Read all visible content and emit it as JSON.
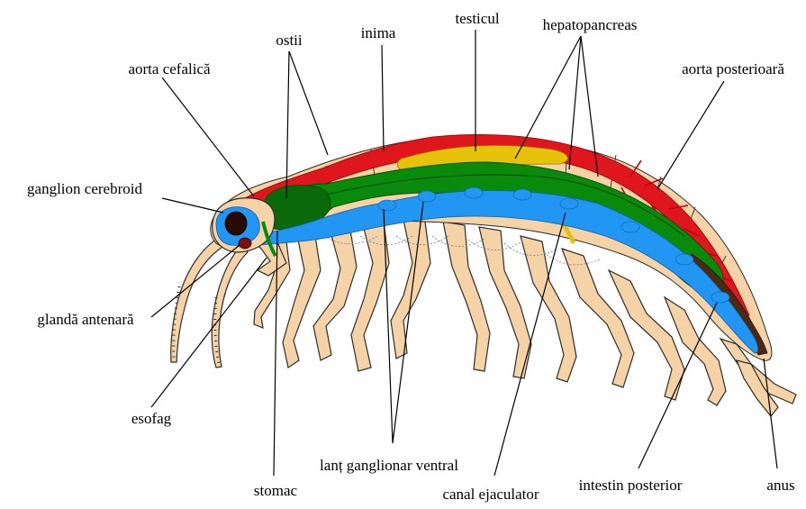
{
  "colors": {
    "cuticle": "#f6d3a6",
    "outline": "#2c2c2c",
    "heart_aorta": "#e0161e",
    "digestive": "#0a8a0a",
    "nervous": "#2196f3",
    "gonad": "#e6c20a",
    "hindgut": "#4a2a12",
    "gland": "#7a1010",
    "background": "#ffffff"
  },
  "labels": {
    "ostii": "ostii",
    "inima": "inima",
    "testicul": "testicul",
    "hepatopancreas": "hepatopancreas",
    "aorta_cefalica": "aorta cefalică",
    "aorta_posterioara": "aorta posterioară",
    "ganglion_cerebroid": "ganglion cerebroid",
    "glanda_antenara": "glandă antenară",
    "esofag": "esofag",
    "stomac": "stomac",
    "lant_ganglionar": "lanț ganglionar ventral",
    "canal_ejaculator": "canal ejaculator",
    "intestin_posterior": "intestin posterior",
    "anus": "anus"
  }
}
